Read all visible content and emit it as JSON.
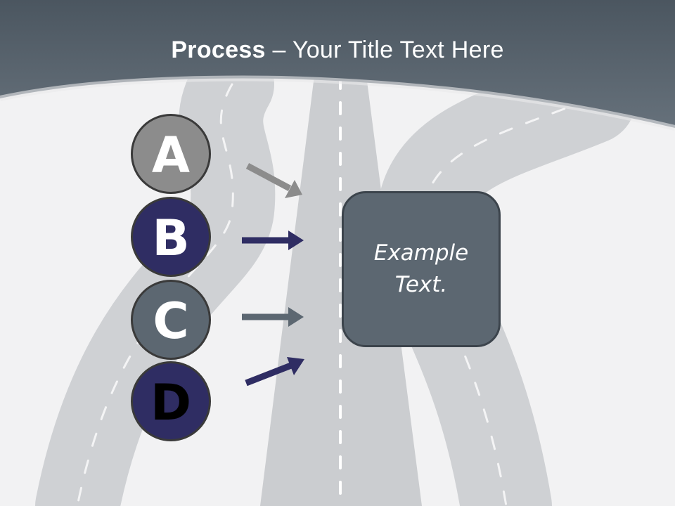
{
  "title": {
    "bold": "Process",
    "rest": " – Your Title Text Here"
  },
  "nodes": [
    {
      "label": "A",
      "fill": "#8c8c8c",
      "text_color": "#ffffff"
    },
    {
      "label": "B",
      "fill": "#2f2d63",
      "text_color": "#ffffff"
    },
    {
      "label": "C",
      "fill": "#5c6771",
      "text_color": "#ffffff"
    },
    {
      "label": "D",
      "fill": "#2f2d63",
      "text_color": "#000000"
    }
  ],
  "box": {
    "line1": "Example",
    "line2": "Text."
  },
  "colors": {
    "header": "#56616b",
    "arrow_a": "#8c8c8c",
    "arrow_b": "#2f2d63",
    "arrow_c": "#5c6771",
    "arrow_d": "#2f2d63"
  }
}
